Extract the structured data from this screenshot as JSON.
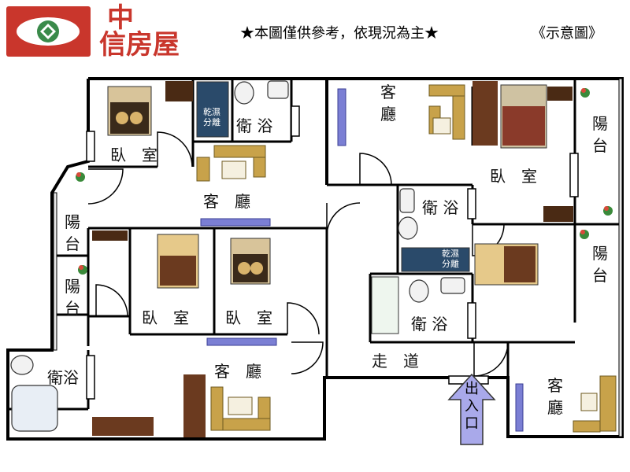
{
  "header": {
    "logo_line1": "中",
    "logo_line2": "信房屋",
    "notice": "★本圖僅供參考，依現況為主★",
    "schematic": "《示意圖》"
  },
  "rooms": {
    "bedroom_tl": "臥　室",
    "bath_tl": "衛 浴",
    "dry_wet_tl": "乾濕分離",
    "living_l": "客　廳",
    "balcony_l1": "陽台",
    "balcony_l2": "陽台",
    "bedroom_ml": "臥　室",
    "bedroom_mc": "臥　室",
    "bath_bl": "衛浴",
    "living_bc": "客　廳",
    "living_tr": "客廳",
    "bedroom_tr": "臥　室",
    "balcony_r1": "陽台",
    "balcony_r2": "陽台",
    "bath_c": "衛 浴",
    "dry_wet_c": "乾濕分離",
    "bath_c2": "衛 浴",
    "corridor": "走　道",
    "living_br": "客廳",
    "entrance": "出入口"
  },
  "colors": {
    "brand_red": "#c9362c",
    "wall": "#000000",
    "tv_blue": "#7b7fd4",
    "furniture_olive": "#c8a24a",
    "wardrobe_brown": "#6b3a1f",
    "arrow_purple": "#a9a9ea"
  }
}
